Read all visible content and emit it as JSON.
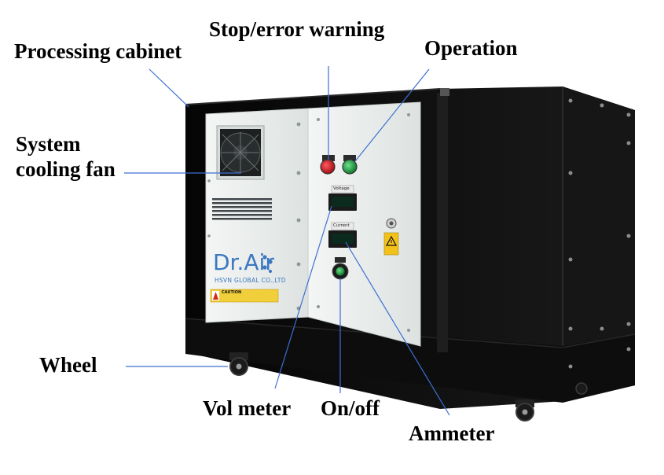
{
  "labels": {
    "stop_warning": "Stop/error warning",
    "processing_cabinet": "Processing cabinet",
    "operation": "Operation",
    "cooling_fan_line1": "System",
    "cooling_fan_line2": "cooling fan",
    "wheel": "Wheel",
    "vol_meter": "Vol meter",
    "on_off": "On/off",
    "ammeter": "Ammeter"
  },
  "panel": {
    "brand": "Dr.Air",
    "company": "HSVN GLOBAL CO.,LTD",
    "voltage_tag": "Voltage",
    "current_tag": "Current",
    "caution": "CAUTION"
  },
  "colors": {
    "leader_line": "#3d6fd1",
    "cabinet": "#0b0b0b",
    "panel": "#eef1f0",
    "brand_blue": "#3a78c0",
    "stop_lamp": "#c8141c",
    "run_lamp": "#1a9a3c",
    "warning_yellow": "#f2c21a"
  }
}
